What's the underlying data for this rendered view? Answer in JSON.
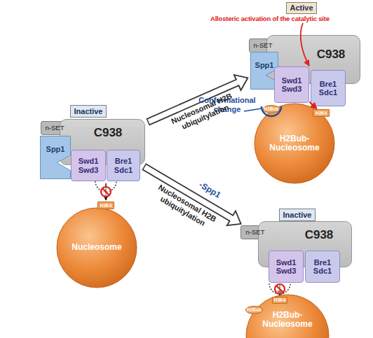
{
  "diagram": {
    "nodes": [
      {
        "text": [
          "Inactive"
        ]
      },
      {
        "text": [
          "n-SET"
        ]
      },
      {
        "text": [
          "C938"
        ]
      },
      {
        "text": [
          "Spp1"
        ]
      },
      {
        "text": [
          "Swd1 Swd3"
        ]
      },
      {
        "text": [
          "Bre1 Sdc1"
        ]
      },
      {
        "text": [
          "H3K4"
        ]
      },
      {
        "text": [
          "Nucleosome"
        ]
      },
      {
        "text": [
          "Active"
        ]
      },
      {
        "text": [
          "n-SET"
        ]
      },
      {
        "text": [
          "C938"
        ]
      },
      {
        "text": [
          "Spp1"
        ]
      },
      {
        "text": [
          "Swd1 Swd3"
        ]
      },
      {
        "text": [
          "Bre1 Sdc1"
        ]
      },
      {
        "text": [
          "H2Bub-Nucleosome"
        ]
      },
      {
        "text": [
          "H2Bub"
        ],
        "in": 14
      },
      {
        "text": [
          "H3K4"
        ],
        "in": 14
      },
      {
        "text": [
          "Inactive"
        ]
      },
      {
        "text": [
          "n-SET"
        ]
      },
      {
        "text": [
          "C938"
        ]
      },
      {
        "text": [
          "Swd1 Swd3"
        ]
      },
      {
        "text": [
          "Bre1 Sdc1"
        ]
      },
      {
        "text": [
          "H2Bub-Nucleosome"
        ]
      },
      {
        "text": [
          "H2Bub"
        ],
        "in": 22
      },
      {
        "text": [
          "H3K4"
        ],
        "in": 22
      }
    ],
    "edges": [
      {
        "from": 2,
        "to": 11,
        "arrow": "to",
        "label": "Nucleosomal H2B ubiquitylation"
      },
      {
        "from": 2,
        "to": 18,
        "arrow": "to",
        "label": "Nucleosomal H2B ubiquitylation"
      },
      {
        "from": 12,
        "to": 16,
        "arrow": "to"
      }
    ],
    "labels": [
      "Allosteric activation of the catalytic site",
      "Conformational change",
      "-Spp1"
    ]
  }
}
